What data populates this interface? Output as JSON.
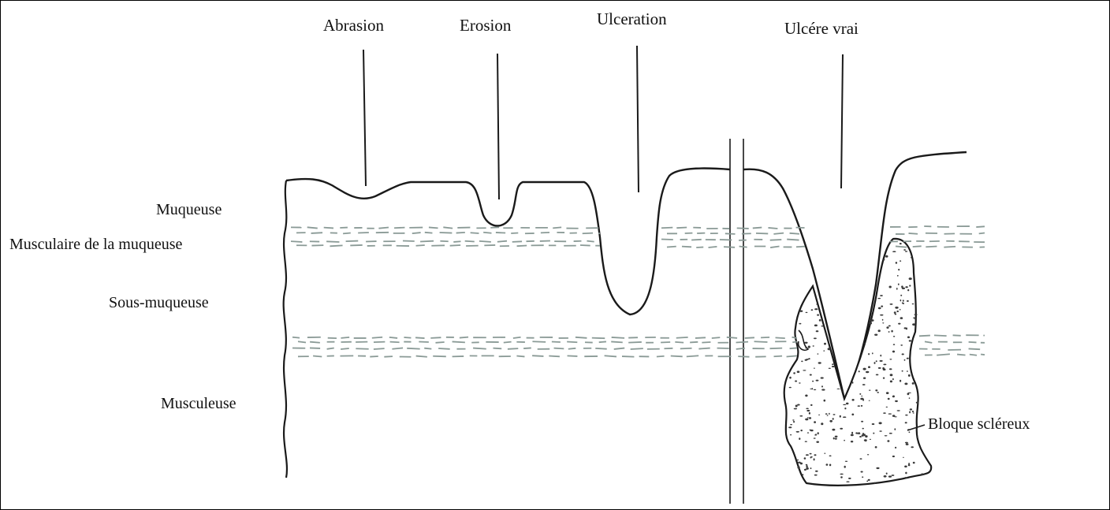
{
  "diagram": {
    "type": "illustration",
    "ink_color": "#1a1a1a",
    "layer_line_color": "#8a9a96",
    "tissue_color": "#3a3a3a",
    "lesion_labels": {
      "abrasion": "Abrasion",
      "erosion": "Erosion",
      "ulceration": "Ulceration",
      "ulcere_vrai": "Ulcére vrai"
    },
    "layer_labels": {
      "muqueuse": "Muqueuse",
      "musculaire_muqueuse": "Musculaire de la muqueuse",
      "sous_muqueuse": "Sous-muqueuse",
      "musculeuse": "Musculeuse"
    },
    "annotation_labels": {
      "bloque_scleroux": "Bloque scléreux"
    }
  }
}
